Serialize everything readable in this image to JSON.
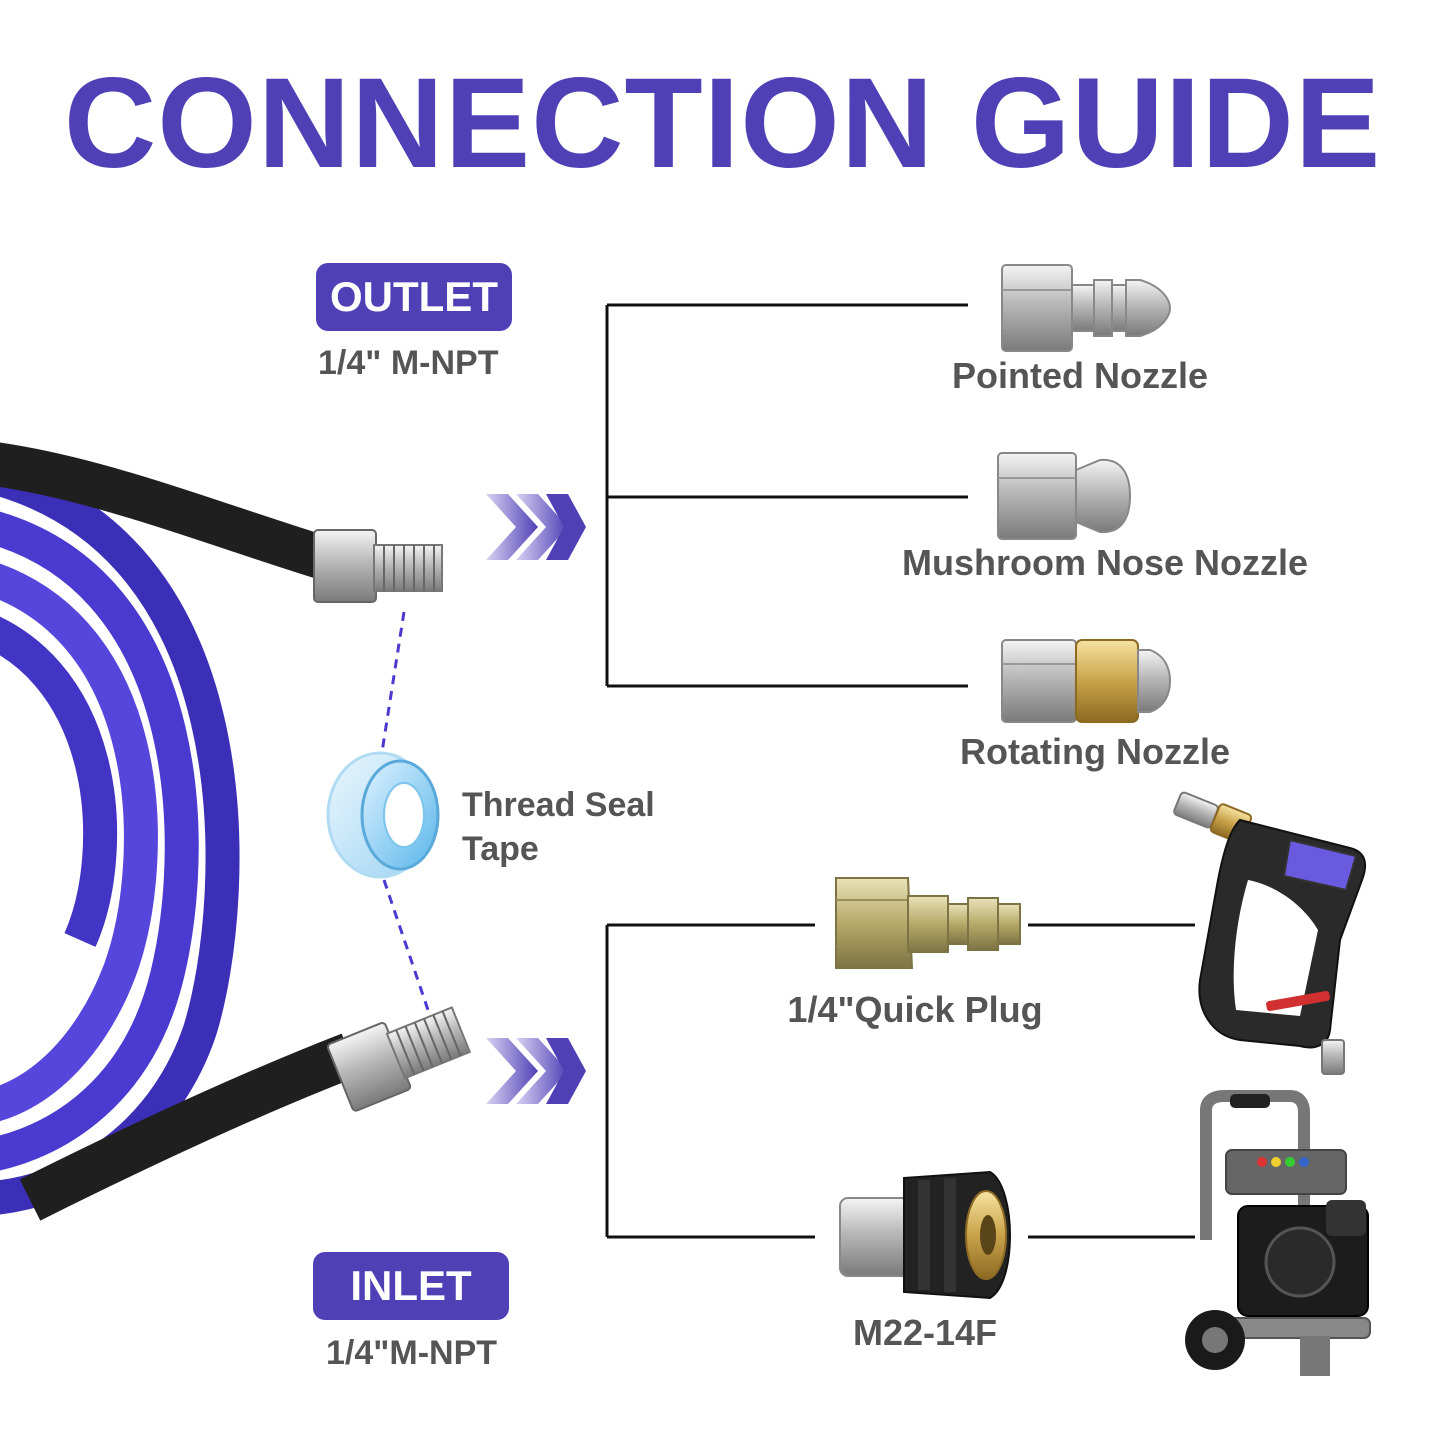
{
  "title": "CONNECTION GUIDE",
  "outlet": {
    "badge": "OUTLET",
    "spec": "1/4\" M-NPT"
  },
  "inlet": {
    "badge": "INLET",
    "spec": "1/4\"M-NPT"
  },
  "tape": {
    "line1": "Thread Seal",
    "line2": "Tape"
  },
  "outlet_accessories": [
    {
      "label": "Pointed Nozzle",
      "icon": "pointed-nozzle-icon"
    },
    {
      "label": "Mushroom Nose Nozzle",
      "icon": "mushroom-nozzle-icon"
    },
    {
      "label": "Rotating Nozzle",
      "icon": "rotating-nozzle-icon"
    }
  ],
  "inlet_accessories": [
    {
      "label": "1/4\"Quick Plug",
      "icon": "quick-plug-icon"
    },
    {
      "label": "M22-14F",
      "icon": "m22-coupler-icon"
    }
  ],
  "colors": {
    "accent": "#5040b6",
    "hose": "#4a3ad0",
    "text": "#555555"
  }
}
